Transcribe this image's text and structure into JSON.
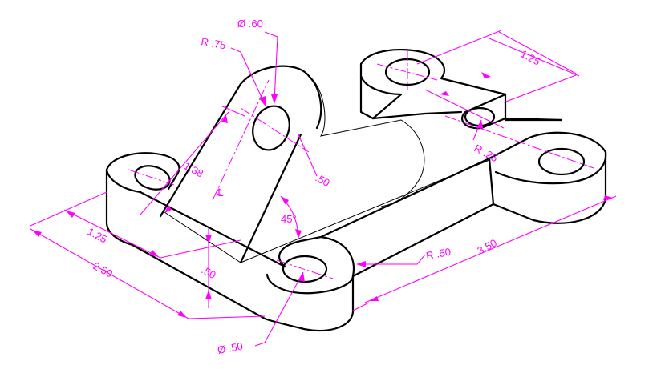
{
  "colors": {
    "object": "#000000",
    "dimension": "#ff00ff",
    "background": "#ffffff"
  },
  "dims": {
    "dia_60": "Ø .60",
    "r_75": "R .75",
    "d_125_top": "1.25",
    "d_138": "1.38",
    "cl_symbol": "℄",
    "d_50_vert": ".50",
    "d_45": "45°",
    "r_25": "R .25",
    "d_125_left": "1.25",
    "d_250": "2.50",
    "d_50_base": ".50",
    "r_50": "R .50",
    "d_350": "3.50",
    "dia_50": "Ø .50"
  }
}
